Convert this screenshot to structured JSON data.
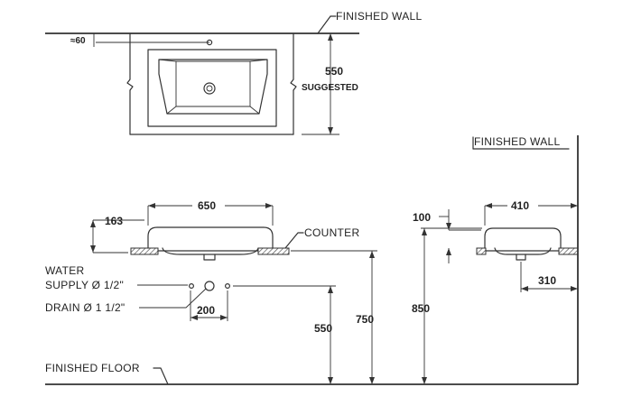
{
  "labels": {
    "finished_wall_top": "FINISHED  WALL",
    "finished_wall_side": "FINISHED  WALL",
    "counter": "COUNTER",
    "water_supply_line1": "WATER",
    "water_supply_line2": "SUPPLY Ø 1/2\"",
    "drain": "DRAIN Ø 1 1/2\"",
    "finished_floor": "FINISHED  FLOOR",
    "suggested": "SUGGESTED"
  },
  "dimensions": {
    "top_offset": "≈60",
    "depth_suggested": "550",
    "basin_width": "650",
    "basin_height": "163",
    "supply_drain_spacing": "200",
    "counter_to_drain_height": "550",
    "counter_height": "750",
    "side_total_height": "850",
    "side_basin_depth": "410",
    "side_top_offset": "100",
    "side_wall_to_drain": "310"
  },
  "colors": {
    "line": "#333333",
    "hatch": "#555555"
  }
}
